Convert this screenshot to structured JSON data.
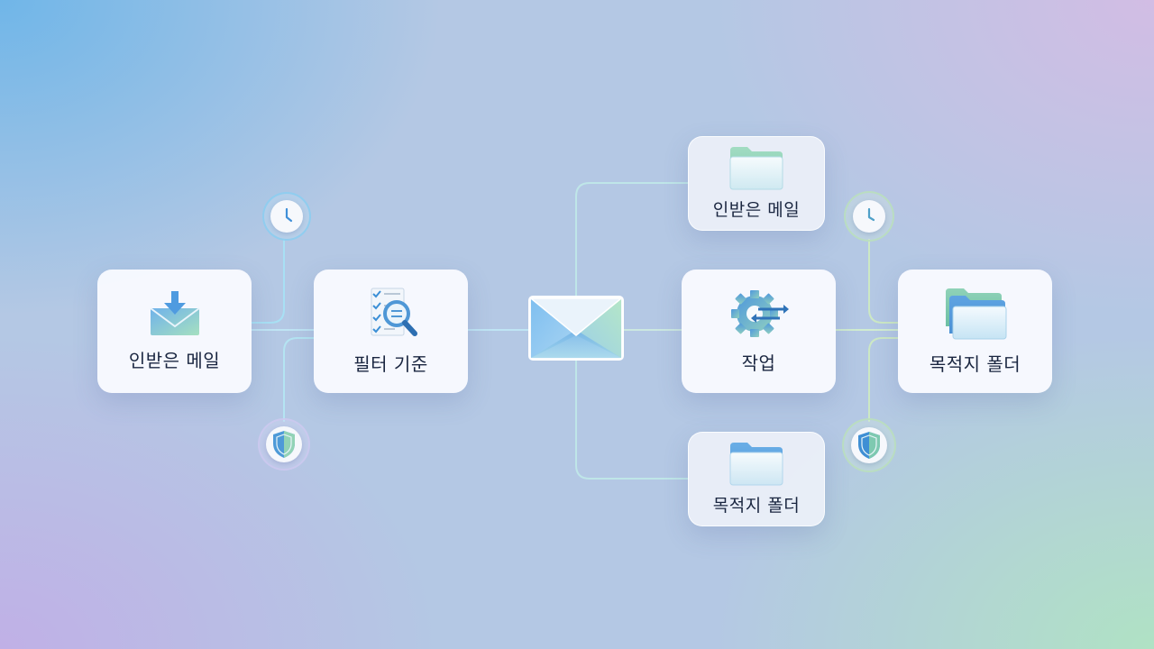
{
  "nodes": {
    "inbox_main": {
      "label": "받은 메일",
      "label_prefix": "인"
    },
    "filter": {
      "label": "필터 기준"
    },
    "action": {
      "label": "작업"
    },
    "dest_main": {
      "label": "목적지 폴더"
    },
    "inbox_branch": {
      "label": "인받은 메일"
    },
    "dest_branch": {
      "label": "목적지 폴더"
    }
  },
  "icons": {
    "inbox": "inbox-download-icon",
    "filter": "checklist-magnifier-icon",
    "center": "envelope-icon",
    "action": "gear-arrows-icon",
    "dest": "folder-stack-icon",
    "branch_folder": "folder-icon",
    "clock": "clock-icon",
    "shield": "shield-icon"
  },
  "colors": {
    "accent_blue": "#5aa2de",
    "accent_green": "#8fd3b0",
    "connector_blue": "#a8e0f2",
    "connector_green": "#c8e8c8"
  }
}
